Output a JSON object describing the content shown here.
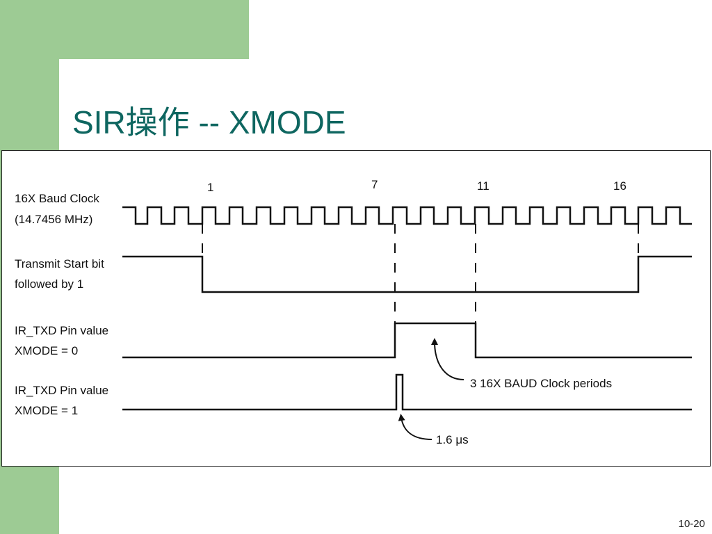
{
  "slide": {
    "title": "SIR操作 -- XMODE",
    "page_number": "10-20"
  },
  "diagram": {
    "signals": [
      {
        "line1": "16X Baud Clock",
        "line2": "(14.7456 MHz)"
      },
      {
        "line1": "Transmit Start bit",
        "line2": "followed by 1"
      },
      {
        "line1": "IR_TXD Pin value",
        "line2": "XMODE = 0"
      },
      {
        "line1": "IR_TXD Pin value",
        "line2": "XMODE = 1"
      }
    ],
    "clock_markers": [
      "1",
      "7",
      "11",
      "16"
    ],
    "annotations": {
      "clock_periods": "3 16X BAUD Clock periods",
      "pulse_width": "1.6 μs"
    }
  },
  "colors": {
    "green_deco": "#9dcb94",
    "title_teal": "#0e6660"
  }
}
